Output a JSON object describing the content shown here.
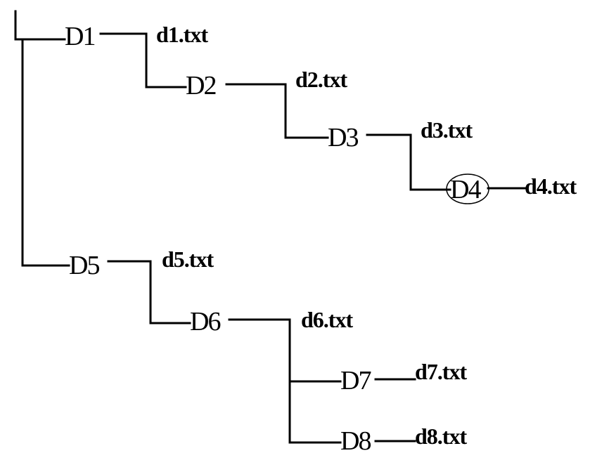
{
  "colors": {
    "line": "#000000",
    "text": "#000000",
    "background": "#ffffff"
  },
  "nodes": {
    "d1": "D1",
    "d2": "D2",
    "d3": "D3",
    "d4": "D4",
    "d5": "D5",
    "d6": "D6",
    "d7": "D7",
    "d8": "D8"
  },
  "files": {
    "f1": "d1.txt",
    "f2": "d2.txt",
    "f3": "d3.txt",
    "f4": "d4.txt",
    "f5": "d5.txt",
    "f6": "d6.txt",
    "f7": "d7.txt",
    "f8": "d8.txt"
  },
  "highlighted_node": "D4"
}
